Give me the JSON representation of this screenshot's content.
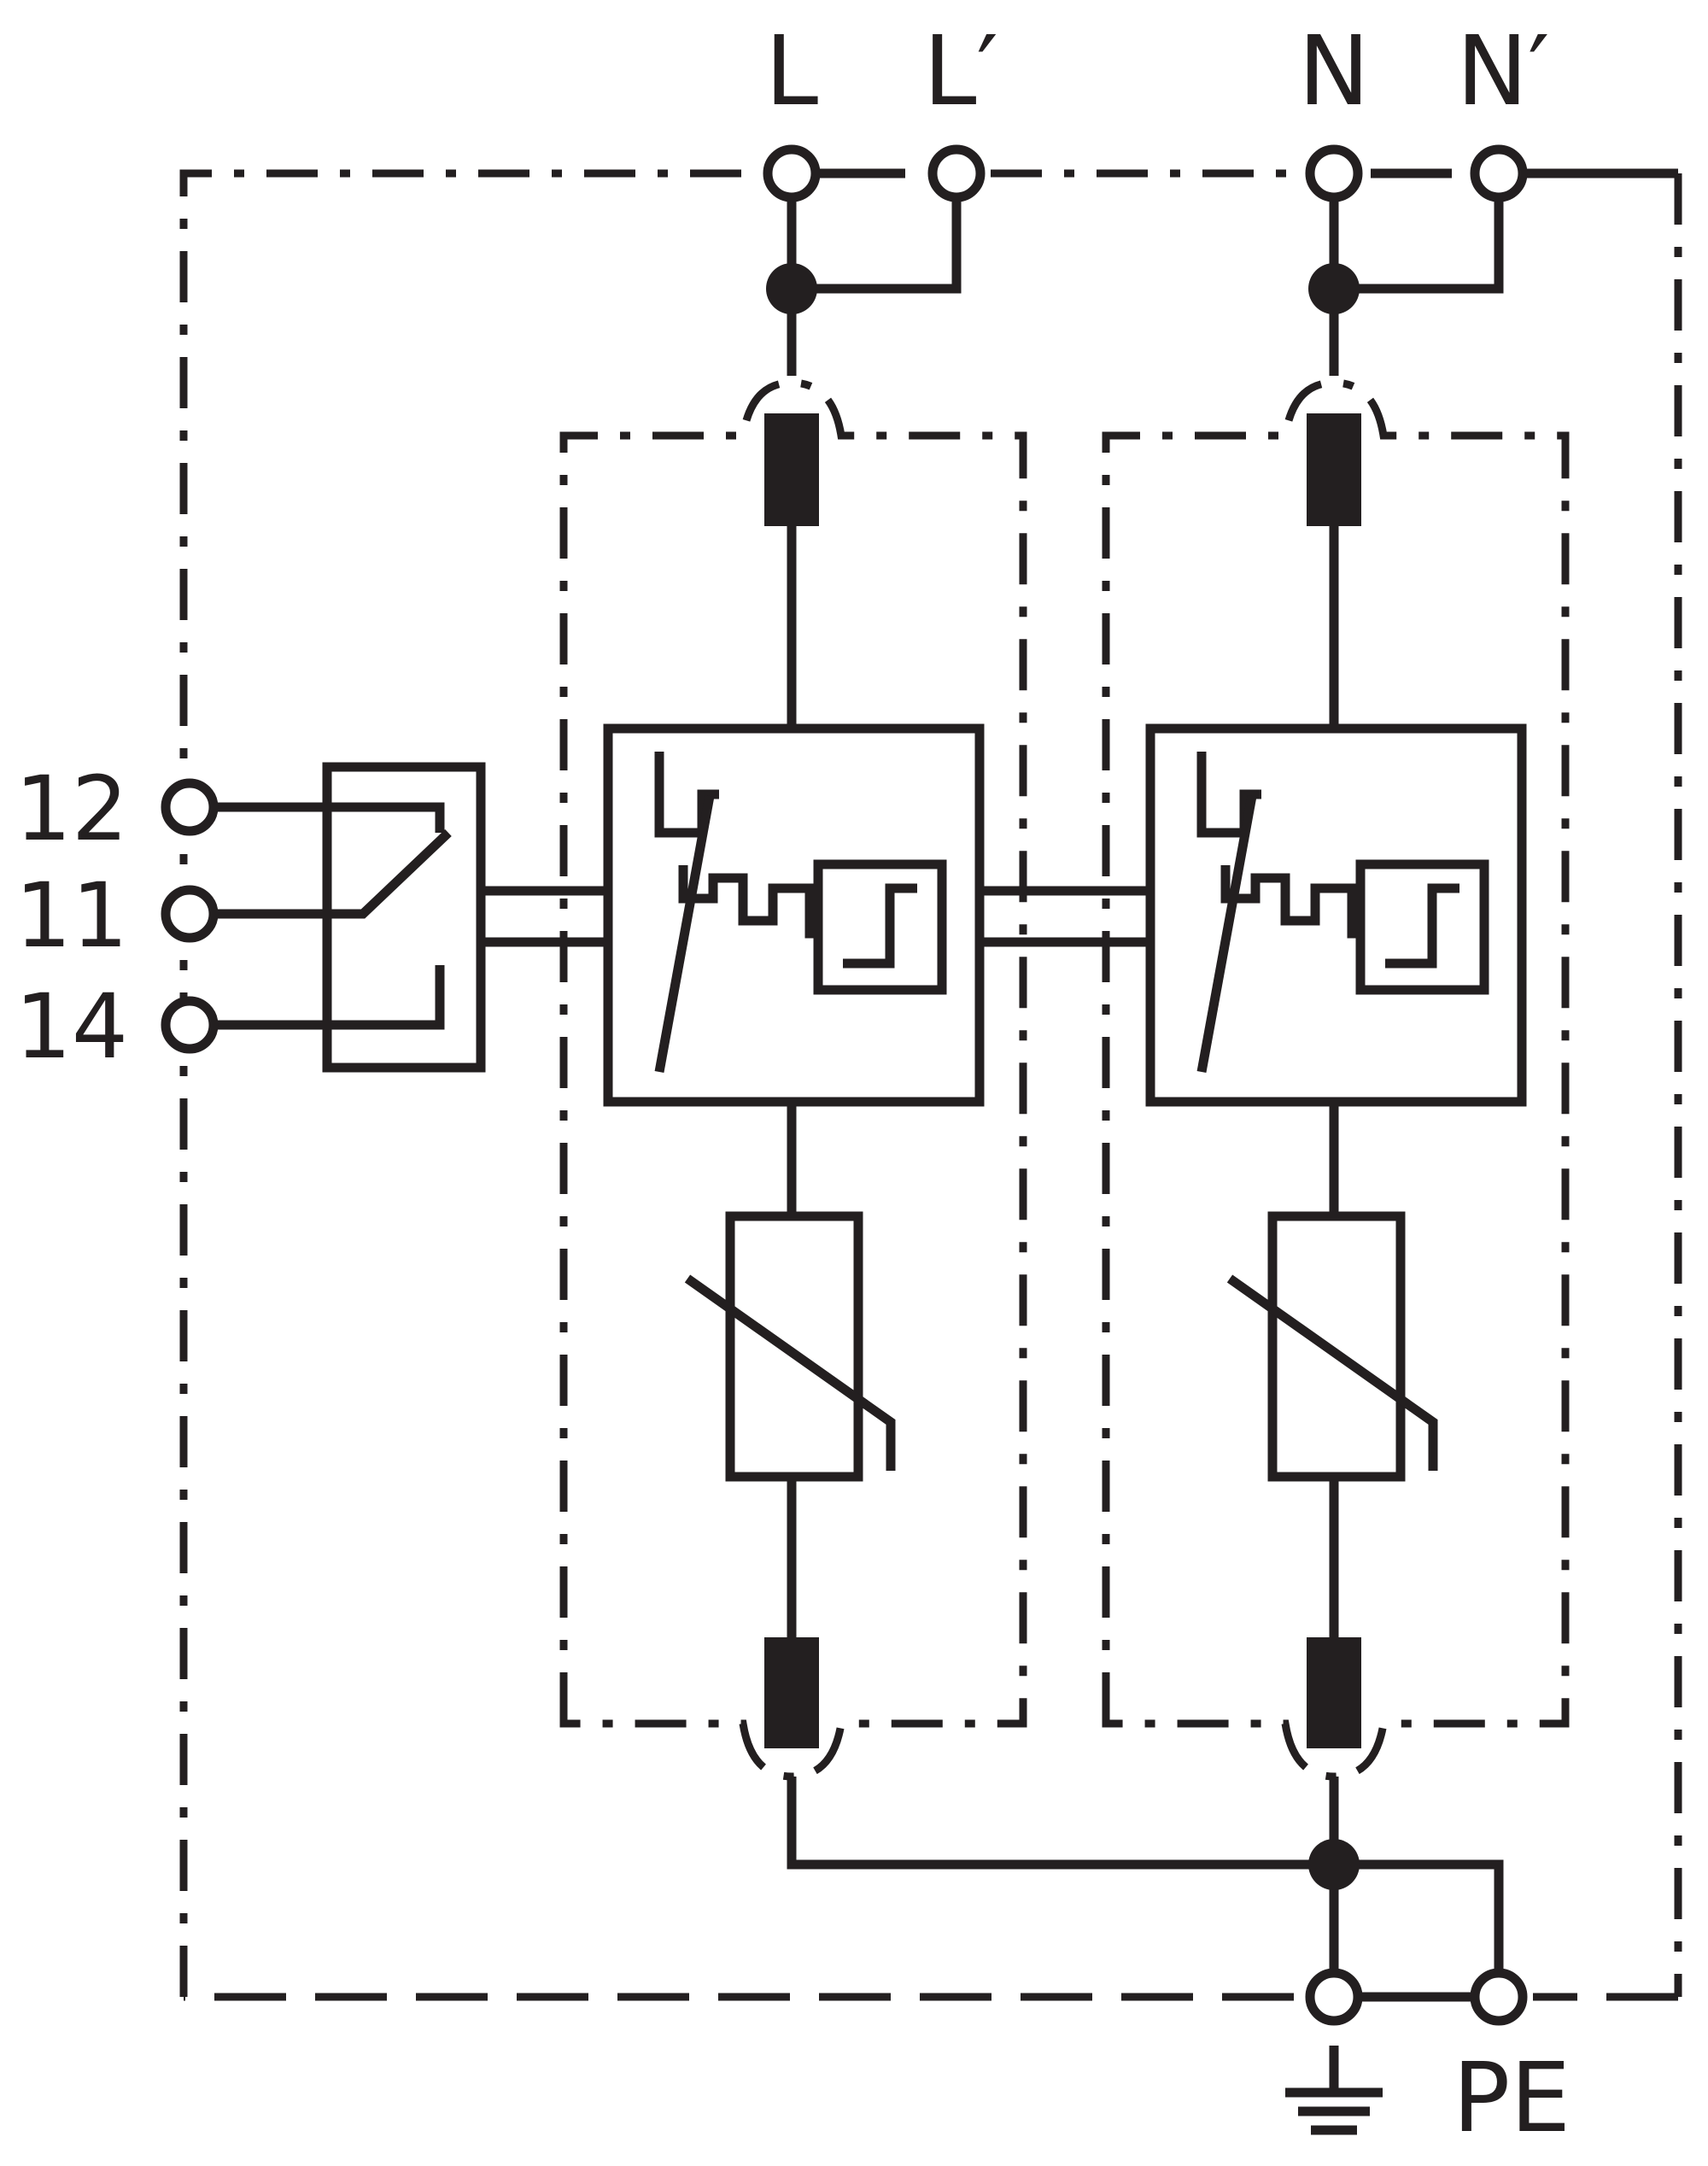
{
  "terminals": {
    "top": [
      "L",
      "L′",
      "N",
      "N′"
    ],
    "aux": [
      "12",
      "11",
      "14"
    ],
    "bottom_pe": "PE"
  },
  "icons": {
    "earth": "earth-ground-icon",
    "varistor": "varistor-icon",
    "thermal_disconnector": "thermal-disconnector-icon",
    "fuse": "fuse-icon",
    "changeover_contact": "changeover-contact-icon"
  }
}
